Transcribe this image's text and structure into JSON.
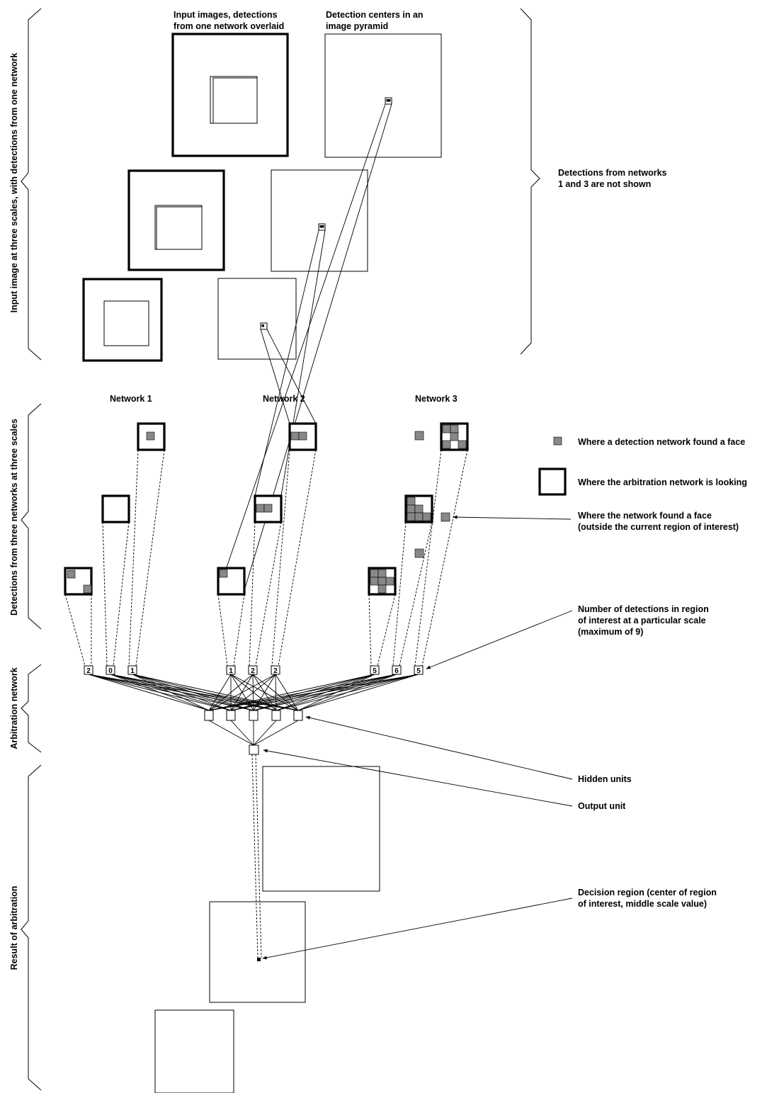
{
  "header": {
    "col1": [
      "Input images, detections",
      "from one network overlaid"
    ],
    "col2": [
      "Detection centers in an",
      "image pyramid"
    ]
  },
  "side_labels": {
    "input": "Input image at three scales, with detections from one network",
    "detections": "Detections from three networks at three scales",
    "arbitration": "Arbitration network",
    "result": "Result of arbitration"
  },
  "right_notes": {
    "not_shown": [
      "Detections from networks",
      "1 and 3 are not shown"
    ]
  },
  "networks": [
    "Network 1",
    "Network 2",
    "Network 3"
  ],
  "legend": {
    "detection": "Where a detection network found a face",
    "arbitration": "Where the arbitration network is looking"
  },
  "annotations": {
    "outside": [
      "Where the network found a face",
      "(outside the current region of interest)"
    ],
    "count": [
      "Number of detections in region",
      "of interest at a particular scale",
      "(maximum of 9)"
    ],
    "hidden": "Hidden units",
    "output": "Output unit",
    "decision": [
      "Decision region (center of region",
      "of interest, middle scale value)"
    ]
  },
  "input_counts": [
    "2",
    "0",
    "1",
    "1",
    "2",
    "2",
    "5",
    "6",
    "5"
  ],
  "colors": {
    "detection_fill": "#888888",
    "stroke": "#000000",
    "face_tone": "#b8b8b8"
  }
}
